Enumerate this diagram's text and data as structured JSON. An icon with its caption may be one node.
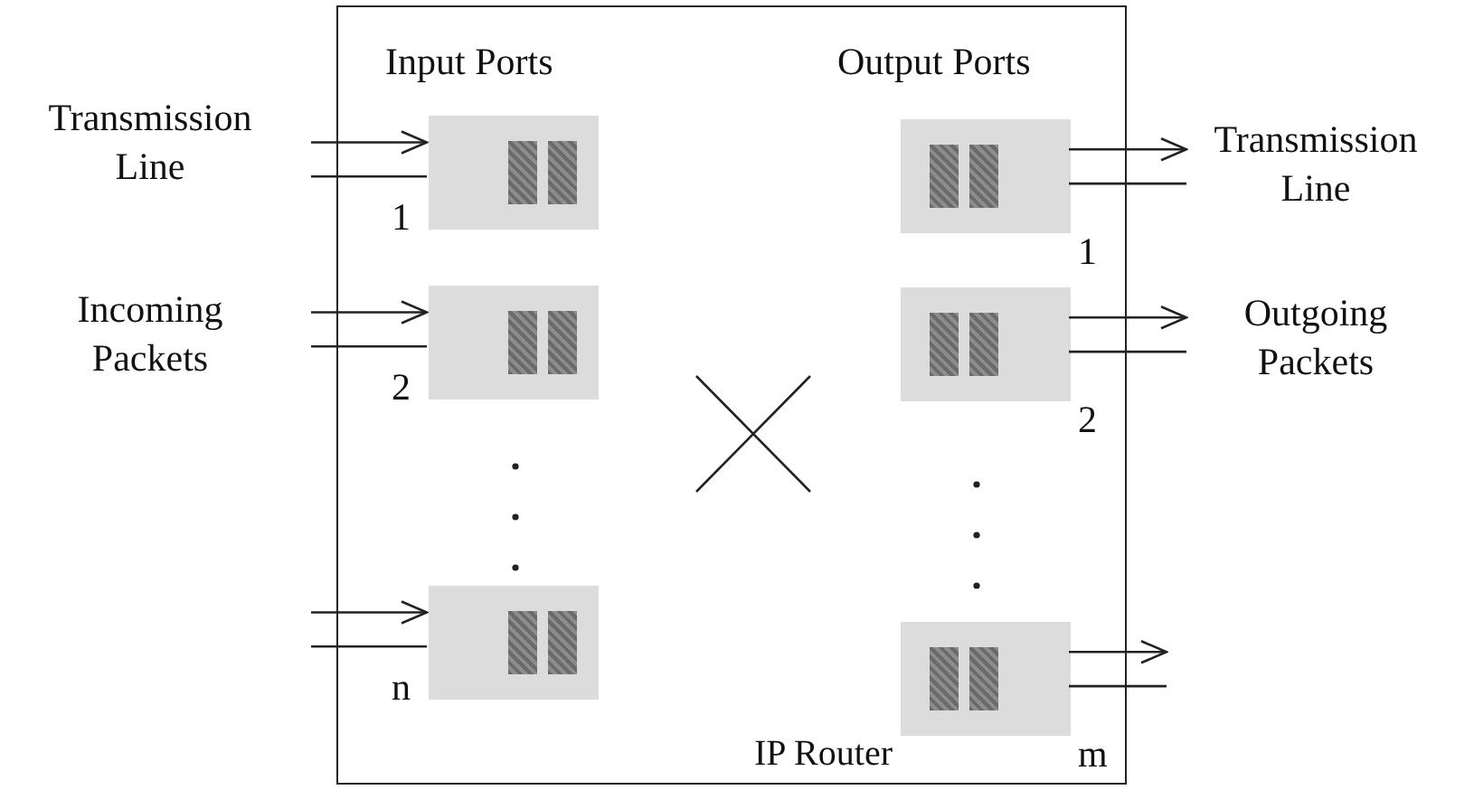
{
  "diagram": {
    "nodes": [
      {
        "text": [
          "IP Router"
        ]
      },
      {
        "text": [],
        "shape": "box",
        "in": 0,
        "beside": [
          "1"
        ]
      },
      {
        "text": [],
        "shape": "box",
        "in": 0,
        "beside": [
          "2"
        ]
      },
      {
        "text": [],
        "shape": "box",
        "in": 0,
        "beside": [
          "n"
        ]
      },
      {
        "text": [],
        "shape": "box",
        "in": 0,
        "beside": [
          "1"
        ]
      },
      {
        "text": [],
        "shape": "box",
        "in": 0,
        "beside": [
          "2"
        ]
      },
      {
        "text": [],
        "shape": "box",
        "in": 0,
        "beside": [
          "m"
        ]
      },
      {
        "text": [
          "Transmission Line"
        ]
      },
      {
        "text": [
          "Incoming Packets"
        ]
      },
      {
        "text": [
          "Transmission Line"
        ]
      },
      {
        "text": [
          "Outgoing Packets"
        ]
      }
    ],
    "edges": [
      {
        "from": 7,
        "to": 1,
        "arrow": "to"
      },
      {
        "from": 7,
        "to": 1,
        "arrow": "none"
      },
      {
        "from": 8,
        "to": 2,
        "arrow": "to"
      },
      {
        "from": 8,
        "to": 2,
        "arrow": "none"
      },
      {
        "from": null,
        "to": 3,
        "arrow": "to"
      },
      {
        "from": null,
        "to": 3,
        "arrow": "none"
      },
      {
        "from": 4,
        "to": 9,
        "arrow": "to"
      },
      {
        "from": 4,
        "to": 9,
        "arrow": "none"
      },
      {
        "from": 5,
        "to": 10,
        "arrow": "to"
      },
      {
        "from": 5,
        "to": 10,
        "arrow": "none"
      },
      {
        "from": 6,
        "to": null,
        "arrow": "to"
      },
      {
        "from": 6,
        "to": null,
        "arrow": "none"
      }
    ],
    "labels": [
      "Input Ports",
      "Output Ports"
    ]
  }
}
